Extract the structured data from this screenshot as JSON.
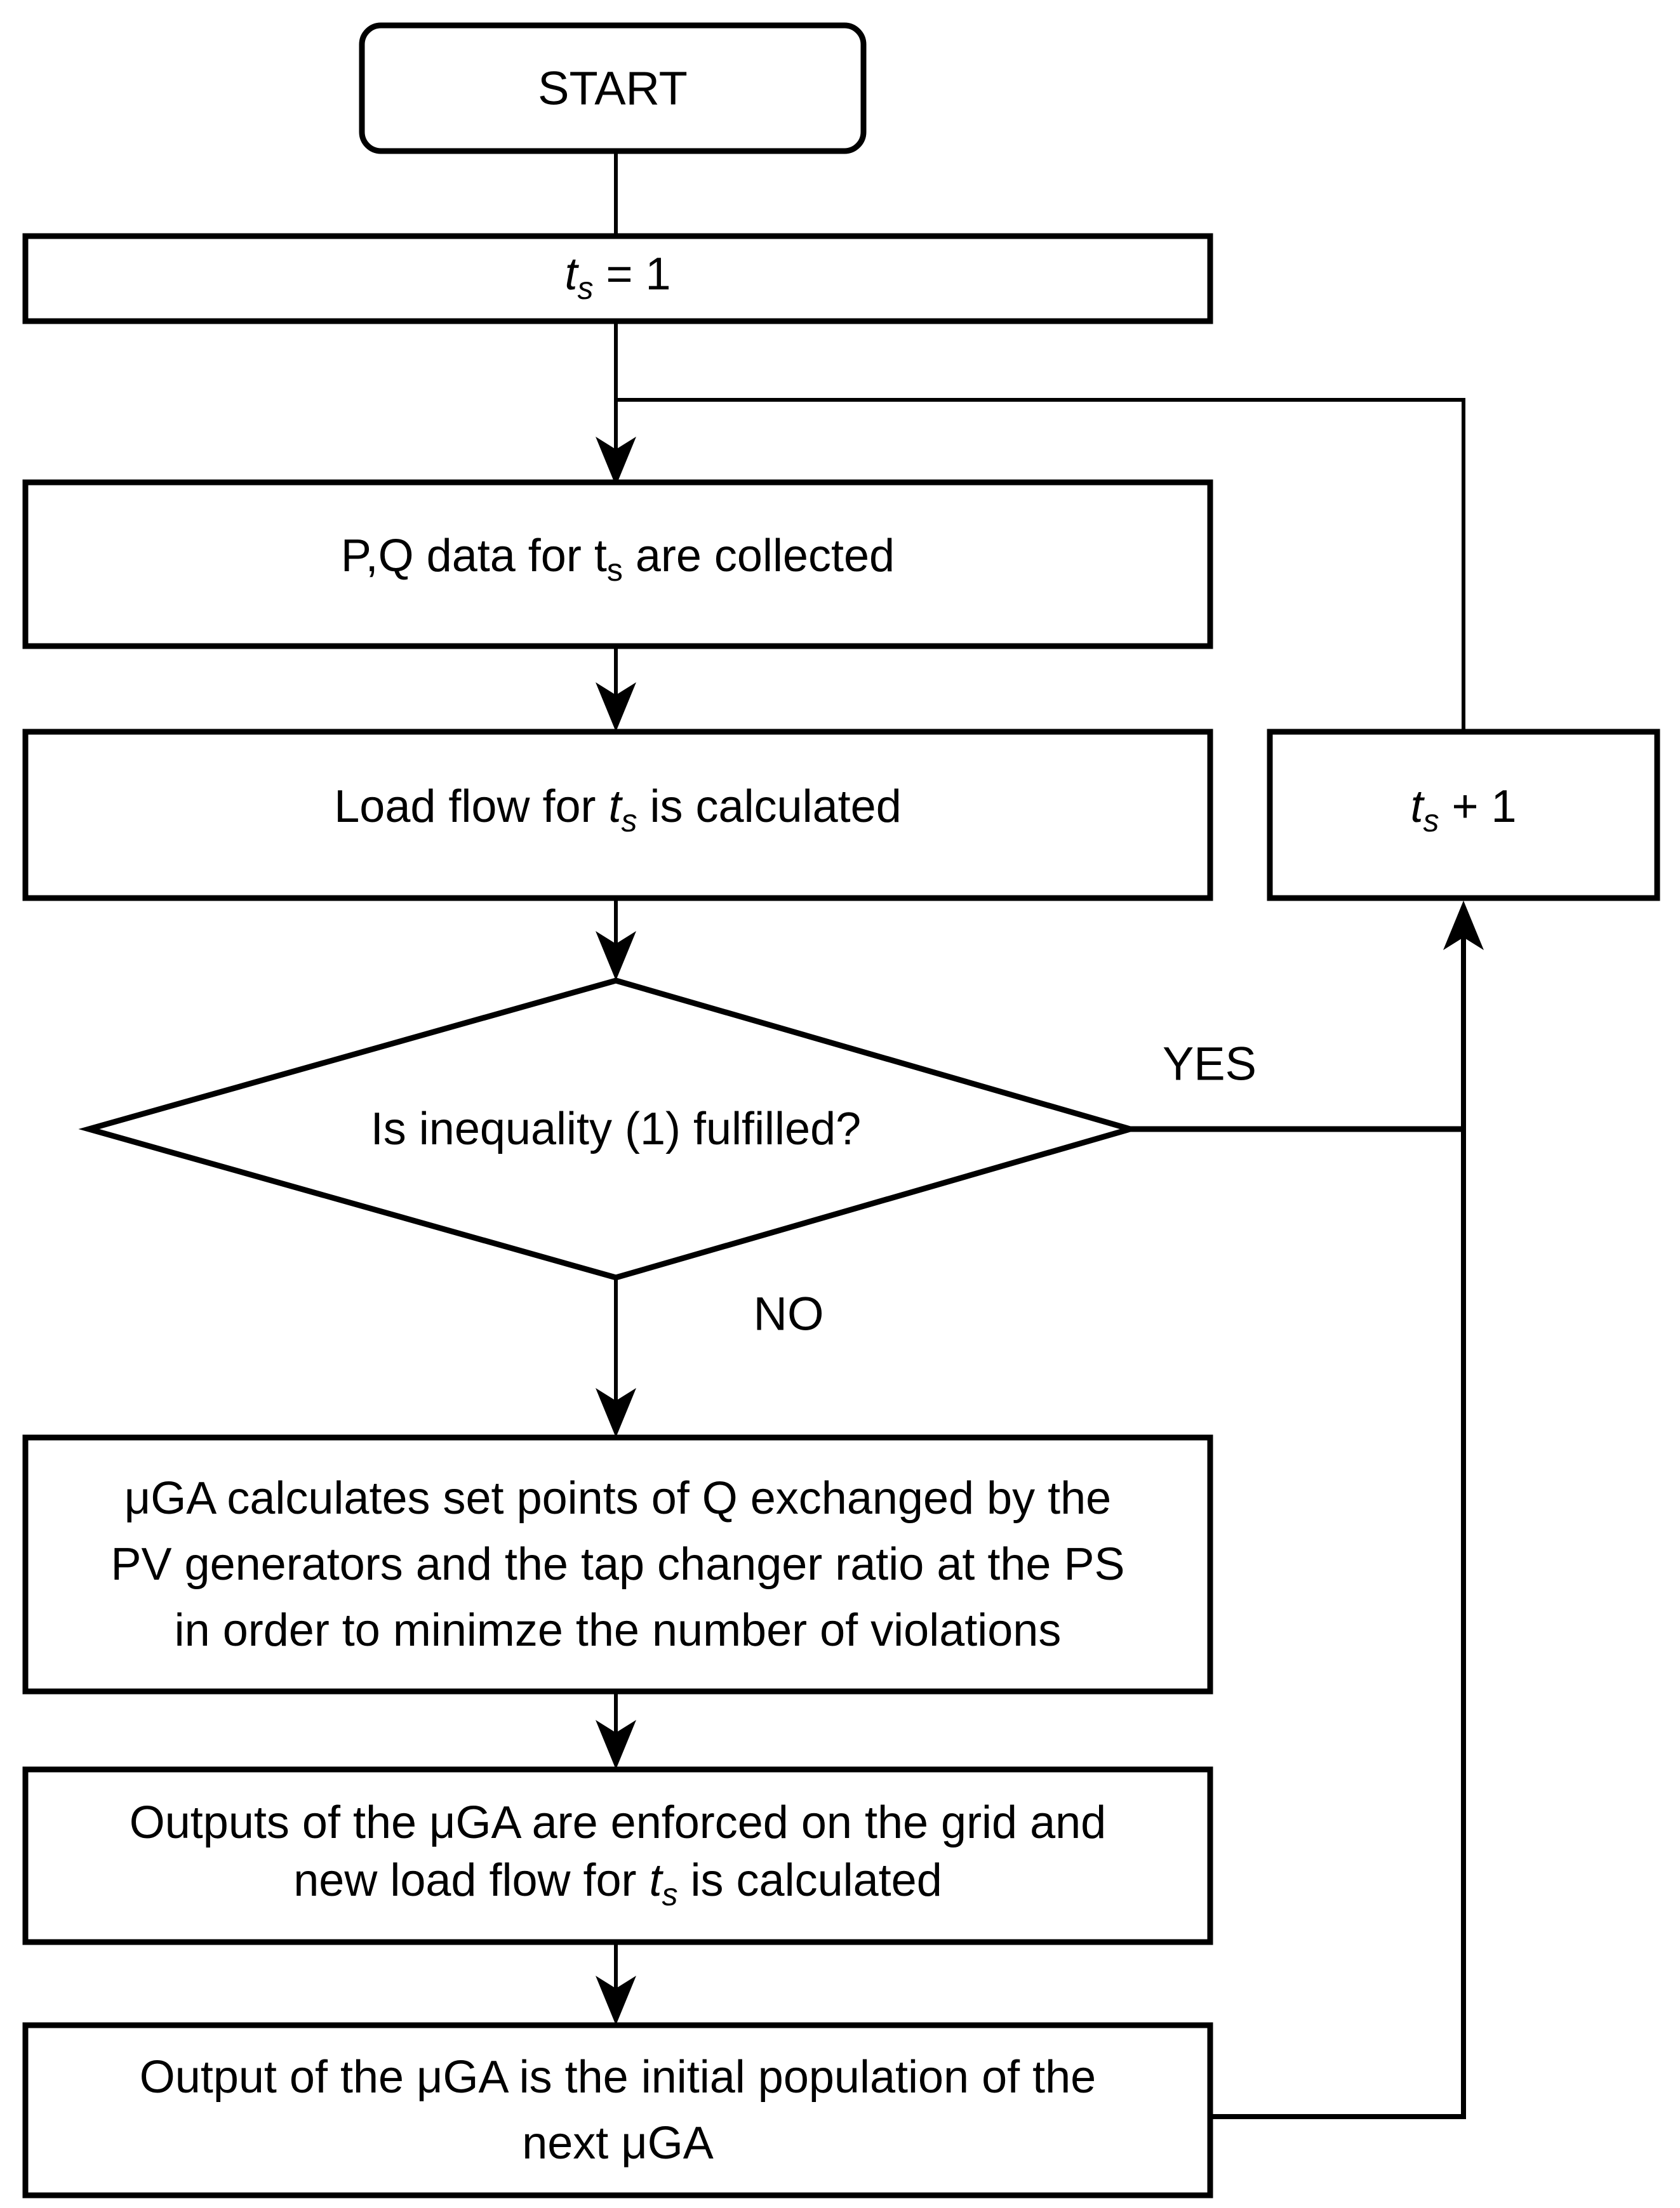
{
  "diagram": {
    "type": "flowchart",
    "colors": {
      "stroke": "#000000",
      "background": "#ffffff",
      "text": "#000000"
    },
    "nodes": {
      "start": {
        "label": "START"
      },
      "set_ts": {
        "var": "t",
        "sub": "s",
        "rest": " = 1"
      },
      "collect": {
        "pre": "P,Q data for t",
        "sub": "s",
        "rest": " are collected"
      },
      "loadflow": {
        "pre": "Load flow for ",
        "var": "t",
        "sub": "s",
        "rest": " is calculated"
      },
      "increment": {
        "var": "t",
        "sub": "s",
        "rest": " + 1"
      },
      "decision": {
        "label": "Is inequality (1) fulfilled?"
      },
      "mga": {
        "lines": [
          "μGA calculates set points of Q exchanged by the",
          "PV generators and the tap changer ratio at the PS",
          "in order to minimze the number of violations"
        ]
      },
      "enforce": {
        "line1": "Outputs of the μGA are enforced on the grid and",
        "pre2": "new load flow for ",
        "var": "t",
        "sub": "s",
        "rest2": " is calculated"
      },
      "final_output": {
        "line1": "Output of the μGA is the initial population of the",
        "line2": "next μGA"
      }
    },
    "labels": {
      "yes": "YES",
      "no": "NO"
    }
  }
}
